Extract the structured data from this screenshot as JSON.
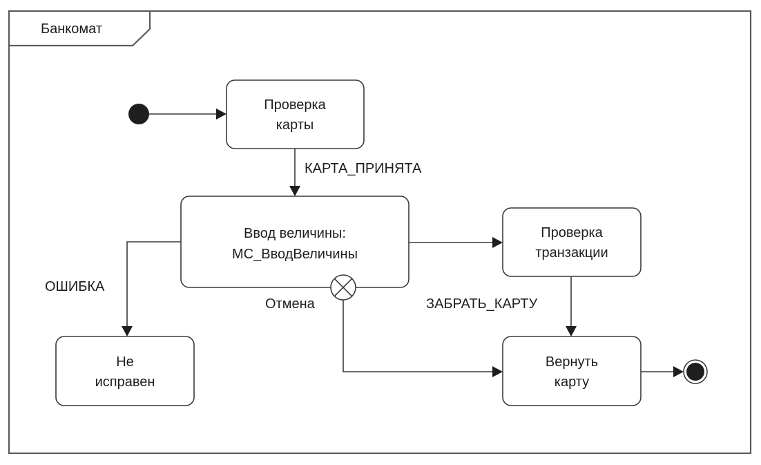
{
  "diagram": {
    "type": "UML state machine",
    "frame_title": "Банкомат",
    "colors": {
      "line": "#3a3a3a",
      "text": "#1e1e1e",
      "node_fill": "#ffffff",
      "pseudo_state_fill": "#1e1e1e"
    },
    "states": [
      {
        "id": "check_card",
        "lines": [
          "Проверка",
          "карты"
        ]
      },
      {
        "id": "enter_amount",
        "lines": [
          "Ввод величины:",
          "МС_ВводВеличины"
        ]
      },
      {
        "id": "check_transaction",
        "lines": [
          "Проверка",
          "транзакции"
        ]
      },
      {
        "id": "out_of_order",
        "lines": [
          "Не",
          "исправен"
        ]
      },
      {
        "id": "return_card",
        "lines": [
          "Вернуть",
          "карту"
        ]
      }
    ],
    "pseudo_states": [
      {
        "id": "initial",
        "kind": "initial"
      },
      {
        "id": "cancel_exit",
        "kind": "exit-point",
        "label": "Отмена"
      },
      {
        "id": "final",
        "kind": "final"
      }
    ],
    "transitions": [
      {
        "from": "initial",
        "to": "check_card",
        "label": ""
      },
      {
        "from": "check_card",
        "to": "enter_amount",
        "label": "КАРТА_ПРИНЯТА"
      },
      {
        "from": "enter_amount",
        "to": "check_transaction",
        "label": ""
      },
      {
        "from": "enter_amount",
        "to": "out_of_order",
        "label": "ОШИБКА"
      },
      {
        "from": "cancel_exit",
        "to": "return_card",
        "label": ""
      },
      {
        "from": "check_transaction",
        "to": "return_card",
        "label": "ЗАБРАТЬ_КАРТУ"
      },
      {
        "from": "return_card",
        "to": "final",
        "label": ""
      }
    ]
  }
}
